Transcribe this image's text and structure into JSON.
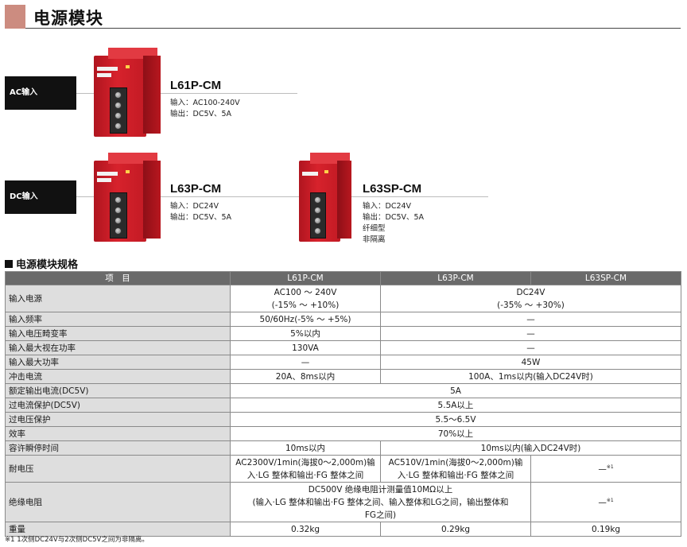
{
  "page_title": "电源模块",
  "categories": {
    "ac": "AC输入",
    "dc": "DC输入"
  },
  "modules": [
    {
      "name": "L61P-CM",
      "specs": [
        "输入：AC100-240V",
        "输出：DC5V、5A"
      ]
    },
    {
      "name": "L63P-CM",
      "specs": [
        "输入：DC24V",
        "输出：DC5V、5A"
      ]
    },
    {
      "name": "L63SP-CM",
      "specs": [
        "输入：DC24V",
        "输出：DC5V、5A",
        "纤细型",
        "非隔离"
      ]
    }
  ],
  "spec_heading": "电源模块规格",
  "table": {
    "headers": [
      "项　目",
      "L61P-CM",
      "L63P-CM",
      "L63SP-CM"
    ],
    "rows": {
      "input_voltage": {
        "label": "输入电源",
        "l61p_1": "AC100 ～ 240V",
        "l61p_2": "(-15% ～ +10%)",
        "dc_1": "DC24V",
        "dc_2": "(-35% ～ +30%)"
      },
      "input_freq": {
        "label": "输入频率",
        "l61p": "50/60Hz(-5% ～ +5%)",
        "dc": "—"
      },
      "distortion": {
        "label": "输入电压畸变率",
        "l61p": "5%以内",
        "dc": "—"
      },
      "apparent_power": {
        "label": "输入最大视在功率",
        "l61p": "130VA",
        "dc": "—"
      },
      "max_power": {
        "label": "输入最大功率",
        "l61p": "—",
        "dc": "45W"
      },
      "inrush": {
        "label": "冲击电流",
        "l61p": "20A、8ms以内",
        "dc": "100A、1ms以内(输入DC24V时)"
      },
      "rated_output": {
        "label": "额定输出电流(DC5V)",
        "all": "5A"
      },
      "overcurrent": {
        "label": "过电流保护(DC5V)",
        "all": "5.5A以上"
      },
      "overvoltage": {
        "label": "过电压保护",
        "all": "5.5～6.5V"
      },
      "efficiency": {
        "label": "效率",
        "all": "70%以上"
      },
      "ride_through": {
        "label": "容许瞬停时间",
        "l61p": "10ms以内",
        "dc": "10ms以内(输入DC24V时)"
      },
      "withstand": {
        "label": "耐电压",
        "l61p_1": "AC2300V/1min(海拔0～2,000m)输",
        "l61p_2": "入·LG 整体和输出·FG 整体之间",
        "l63p_1": "AC510V/1min(海拔0～2,000m)输",
        "l63p_2": "入·LG 整体和输出·FG 整体之间",
        "l63sp": "—",
        "l63sp_note": "※1"
      },
      "insulation": {
        "label": "绝缘电阻",
        "line1": "DC500V 绝缘电阻计测量值10MΩ以上",
        "line2": "(输入·LG 整体和输出·FG 整体之间、输入整体和LG之间，输出整体和",
        "line3": "FG之间)",
        "l63sp": "—",
        "l63sp_note": "※1"
      },
      "weight": {
        "label": "重量",
        "l61p": "0.32kg",
        "l63p": "0.29kg",
        "l63sp": "0.19kg"
      }
    }
  },
  "footnote": "※1  1次侧DC24V与2次侧DC5V之间为非隔离。",
  "colors": {
    "title_swatch": "#cc8c80",
    "module_red": "#d7222c",
    "header_gray": "#6a6a6a",
    "item_gray": "#dedede"
  }
}
